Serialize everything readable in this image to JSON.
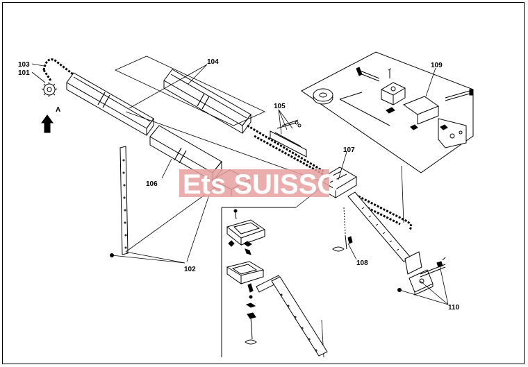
{
  "parts": {
    "p101": "101",
    "p102": "102",
    "p103": "103",
    "p104": "104",
    "p105": "105",
    "p106": "106",
    "p107": "107",
    "p108": "108",
    "p109": "109",
    "p110": "110"
  },
  "direction_label": "A",
  "watermark": "Ets SUISSO",
  "colors": {
    "line": "#000000",
    "watermark_band": "#e8a0a0"
  }
}
